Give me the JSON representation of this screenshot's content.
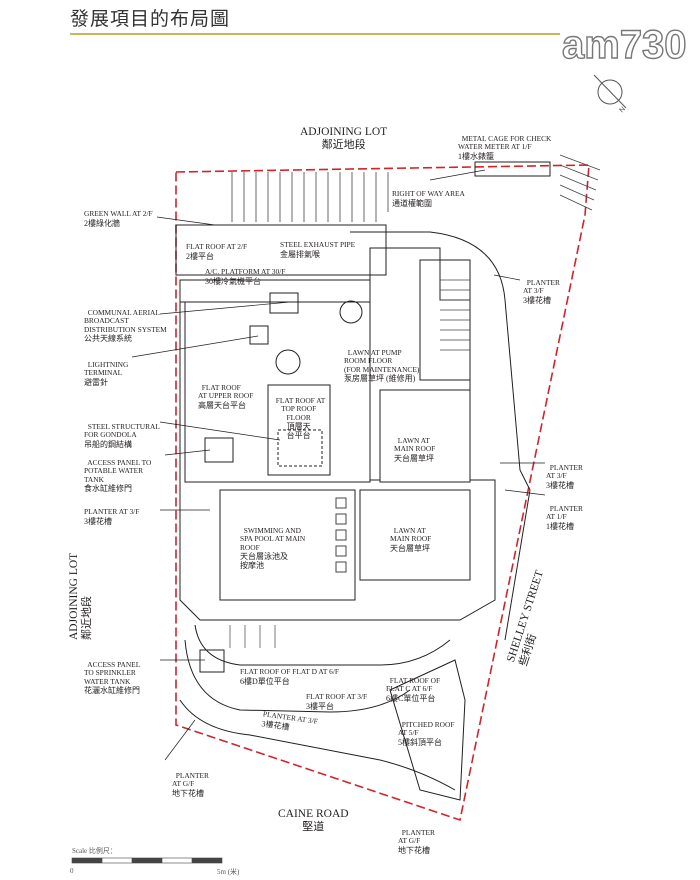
{
  "page": {
    "title": "發展項目的布局圖",
    "brand_logo": "am730",
    "compass": "N"
  },
  "labels": {
    "adjoining_lot_top": {
      "en": "ADJOINING LOT",
      "zh": "鄰近地段"
    },
    "metal_cage": {
      "en": "METAL CAGE FOR CHECK\nWATER METER AT 1/F",
      "zh": "1樓水錶籠"
    },
    "right_of_way": {
      "en": "RIGHT OF WAY AREA",
      "zh": "通道權範圍"
    },
    "green_wall": {
      "en": "GREEN  WALL AT 2/F",
      "zh": "2樓綠化牆"
    },
    "flat_roof_2f": {
      "en": "FLAT ROOF AT 2/F",
      "zh": "2樓平台"
    },
    "steel_exhaust": {
      "en": "STEEL EXHAUST PIPE",
      "zh": "金屬排氣喉"
    },
    "ac_platform": {
      "en": "A/C. PLATFORM AT 30/F",
      "zh": "30樓冷氣機平台"
    },
    "planter_3f_a": {
      "en": "PLANTER\nAT 3/F",
      "zh": "3樓花槽"
    },
    "communal_aerial": {
      "en": "COMMUNAL AERIAL\nBROADCAST\nDISTRIBUTION SYSTEM",
      "zh": "公共天線系統"
    },
    "lightning": {
      "en": "LIGHTNING\nTERMINAL",
      "zh": "避雷針"
    },
    "lawn_pump": {
      "en": "LAWN AT PUMP\nROOM FLOOR\n(FOR MAINTENANCE)",
      "zh": "泵房層草坪 (維修用)"
    },
    "flat_roof_upper": {
      "en": "FLAT ROOF\nAT UPPER ROOF",
      "zh": "高層天台平台"
    },
    "flat_roof_top": {
      "en": "FLAT ROOF AT\nTOP ROOF\nFLOOR",
      "zh": "頂層天\n台平台"
    },
    "steel_gondola": {
      "en": "STEEL STRUCTURAL\nFOR GONDOLA",
      "zh": "吊船的鋼結構"
    },
    "lawn_main_1": {
      "en": "LAWN AT\nMAIN ROOF",
      "zh": "天台層草坪"
    },
    "access_potable": {
      "en": "ACCESS PANEL TO\nPOTABLE WATER\nTANK",
      "zh": "食水缸維修門"
    },
    "planter_3f_b": {
      "en": "PLANTER\nAT 3/F",
      "zh": "3樓花槽"
    },
    "planter_1f": {
      "en": "PLANTER\nAT 1/F",
      "zh": "1樓花槽"
    },
    "planter_3f_left": {
      "en": "PLANTER AT 3/F",
      "zh": "3樓花槽"
    },
    "swimming": {
      "en": "SWIMMING AND\nSPA POOL AT MAIN\nROOF",
      "zh": "天台層泳池及\n按摩池"
    },
    "lawn_main_2": {
      "en": "LAWN AT\nMAIN ROOF",
      "zh": "天台層草坪"
    },
    "adjoining_lot_left": {
      "en": "ADJOINING LOT",
      "zh": "鄰近地段"
    },
    "shelley": {
      "en": "SHELLEY STREET",
      "zh": "些利街"
    },
    "access_sprinkler": {
      "en": "ACCESS PANEL\nTO SPRINKLER\nWATER TANK",
      "zh": "花灑水缸維修門"
    },
    "flat_roof_d": {
      "en": "FLAT ROOF OF FLAT D AT 6/F",
      "zh": "6樓D單位平台"
    },
    "flat_roof_c": {
      "en": "FLAT ROOF OF\nFLAT C AT 6/F",
      "zh": "6樓C單位平台"
    },
    "flat_roof_3f": {
      "en": "FLAT ROOF AT 3/F",
      "zh": "3樓平台"
    },
    "planter_3f_curve": {
      "en": "PLANTER AT 3/F",
      "zh": "3樓花槽"
    },
    "pitched_roof": {
      "en": "PITCHED ROOF\nAT 5/F",
      "zh": "5樓斜頂平台"
    },
    "planter_gf_left": {
      "en": "PLANTER\nAT G/F",
      "zh": "地下花槽"
    },
    "caine_road": {
      "en": "CAINE ROAD",
      "zh": "堅道"
    },
    "planter_gf_bottom": {
      "en": "PLANTER\nAT G/F",
      "zh": "地下花槽"
    }
  },
  "scale": {
    "caption": "Scale 比例尺：",
    "start": "0",
    "end": "5m (米)"
  },
  "colors": {
    "boundary": "#d2232a",
    "title_rule": "#c9b85a",
    "line": "#231f20"
  }
}
